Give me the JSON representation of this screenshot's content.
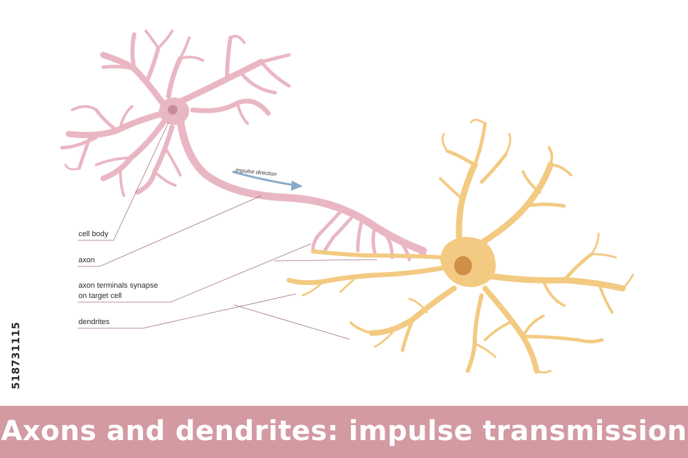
{
  "diagram": {
    "impulse_label": "impulse direction",
    "labels": {
      "cell_body": "cell body",
      "axon": "axon",
      "axon_terminals_line1": "axon terminals synapse",
      "axon_terminals_line2": "on target cell",
      "dendrites": "dendrites"
    },
    "colors": {
      "source_neuron": "#e9b7c3",
      "source_nucleus": "#c98c9b",
      "target_neuron": "#f3ca82",
      "target_nucleus": "#cf8f48",
      "leader_line": "#9c6b78",
      "arrow": "#86a9c8"
    }
  },
  "side_id": "518731115",
  "banner": {
    "title": "Axons and dendrites: impulse transmission",
    "color": "#d39aa2"
  }
}
